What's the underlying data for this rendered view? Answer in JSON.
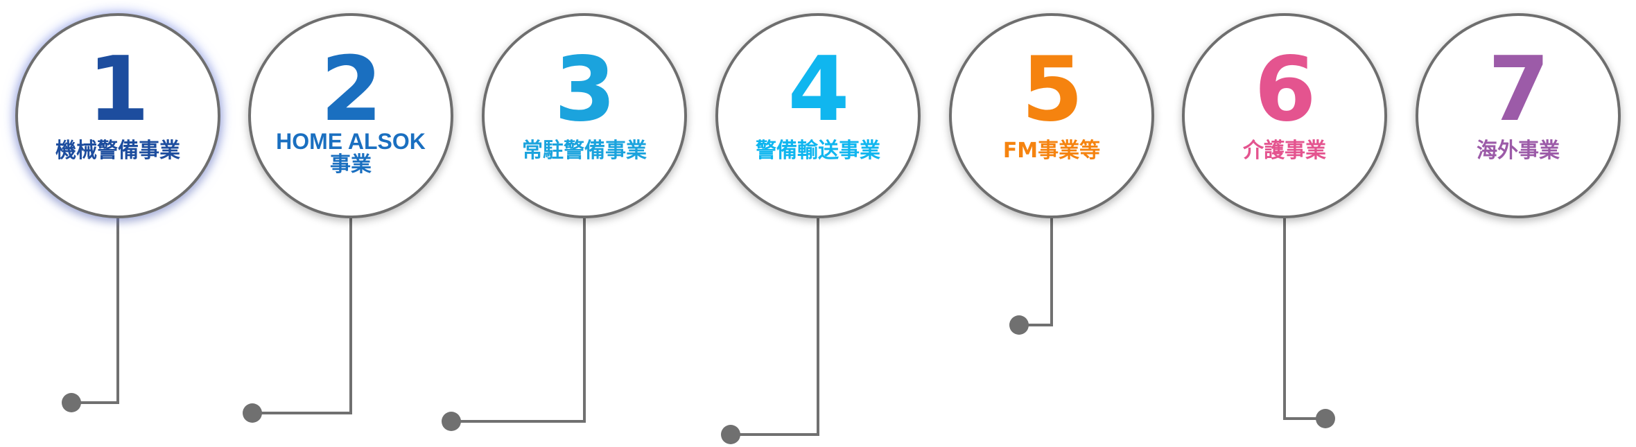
{
  "businesses": [
    {
      "number": "1",
      "label": "機械警備事業",
      "label_en": "",
      "color": "#1d4d9e"
    },
    {
      "number": "2",
      "label": "事業",
      "label_en": "HOME ALSOK",
      "color": "#1a6fc0"
    },
    {
      "number": "3",
      "label": "常駐警備事業",
      "label_en": "",
      "color": "#1ba3dd"
    },
    {
      "number": "4",
      "label": "警備輸送事業",
      "label_en": "",
      "color": "#10b6ef"
    },
    {
      "number": "5",
      "label": "FM事業等",
      "label_en": "",
      "color": "#f5830f"
    },
    {
      "number": "6",
      "label": "介護事業",
      "label_en": "",
      "color": "#e4548f"
    },
    {
      "number": "7",
      "label": "海外事業",
      "label_en": "",
      "color": "#9c5ba8"
    }
  ],
  "connector_color": "#707070"
}
